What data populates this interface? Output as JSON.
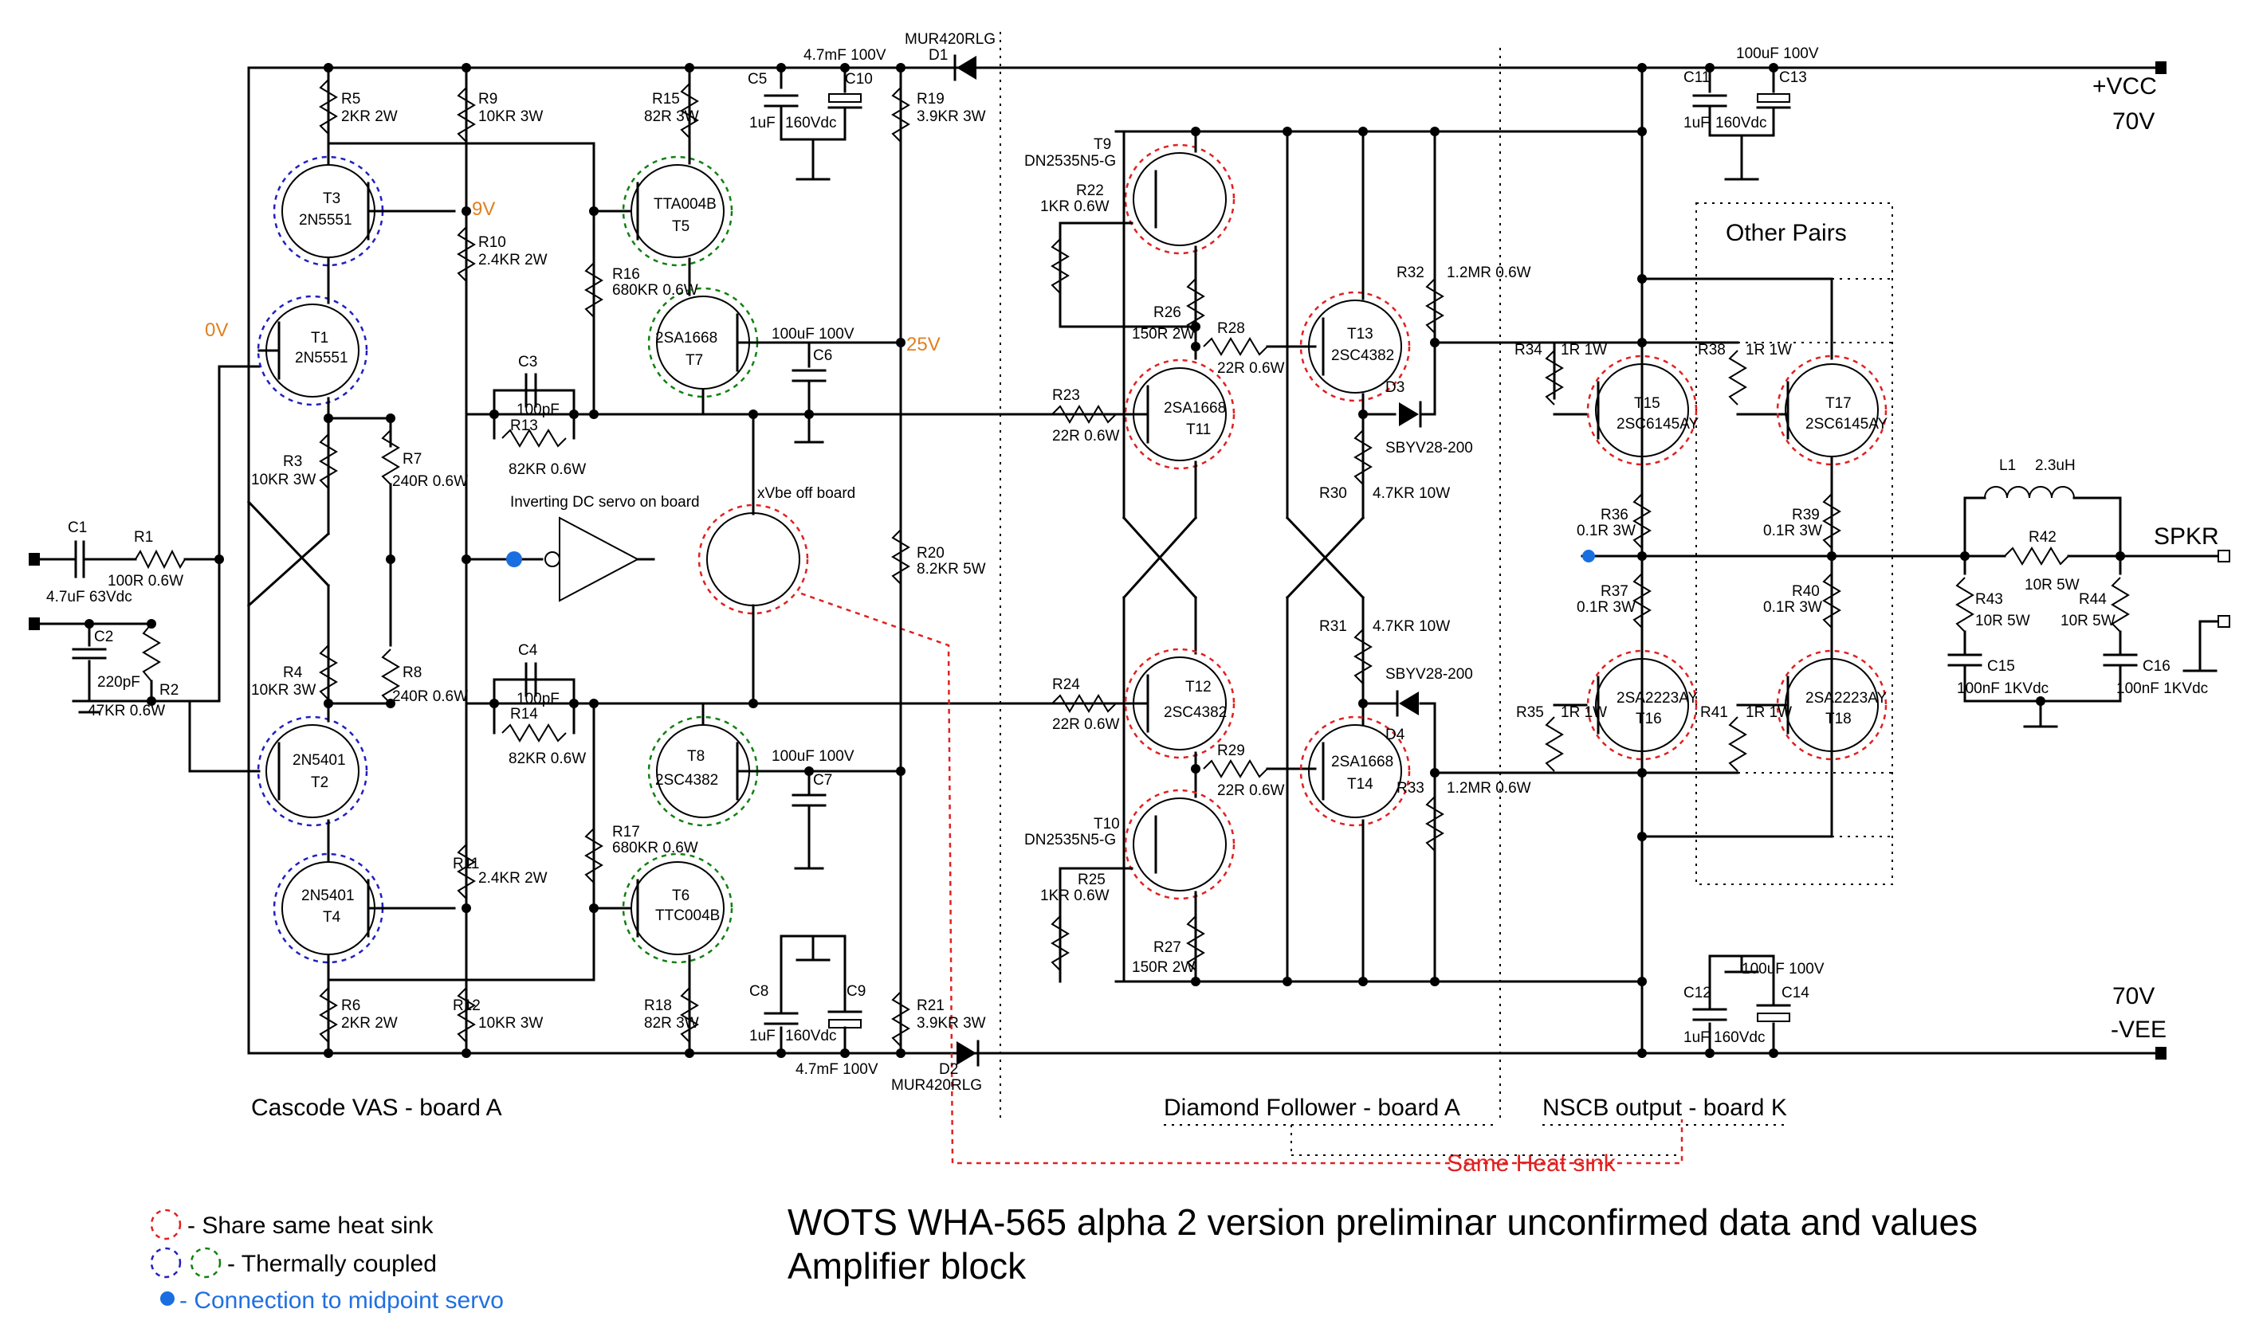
{
  "title": {
    "line1": "WOTS WHA-565 alpha 2 version preliminar unconfirmed data and values",
    "line2": "Amplifier block"
  },
  "sections": {
    "vas": "Cascode VAS - board A",
    "diamond": "Diamond Follower - board A",
    "nscb": "NSCB output - board K",
    "heatsink": "Same Heat sink",
    "other_pairs": "Other Pairs"
  },
  "rails": {
    "vcc": "+VCC",
    "vcc_v": "70V",
    "vee_v": "70V",
    "vee": "-VEE",
    "spkr": "SPKR"
  },
  "notes": {
    "servo": "Inverting DC servo on board",
    "xvbe": "xVbe off board",
    "v0": "0V",
    "v9": "9V",
    "v25": "25V"
  },
  "legend": {
    "red": "- Share same heat sink",
    "thermal": "- Thermally coupled",
    "servo": "- Connection to midpoint servo"
  },
  "labels": {
    "c1": "C1",
    "c1v": "4.7uF 63Vdc",
    "r1": "R1",
    "r1v": "100R 0.6W",
    "c2": "C2",
    "c2v": "220pF",
    "r2": "R2",
    "r2v": "47KR 0.6W",
    "r3": "R3",
    "r3v": "10KR 3W",
    "r4": "R4",
    "r4v": "10KR 3W",
    "r5": "R5",
    "r5v": "2KR 2W",
    "r6": "R6",
    "r6v": "2KR 2W",
    "r7": "R7",
    "r7v": "240R 0.6W",
    "r8": "R8",
    "r8v": "240R 0.6W",
    "r9": "R9",
    "r9v": "10KR 3W",
    "r10": "R10",
    "r10v": "2.4KR 2W",
    "r11": "R11",
    "r11v": "2.4KR 2W",
    "r12": "R12",
    "r12v": "10KR 3W",
    "r13": "R13",
    "r13v": "82KR 0.6W",
    "r14": "R14",
    "r14v": "82KR 0.6W",
    "r15": "R15",
    "r15v": "82R 3W",
    "r16": "R16",
    "r16v": "680KR 0.6W",
    "r17": "R17",
    "r17v": "680KR 0.6W",
    "r18": "R18",
    "r18v": "82R 3W",
    "r19": "R19",
    "r19v": "3.9KR 3W",
    "r20": "R20",
    "r20v": "8.2KR 5W",
    "r21": "R21",
    "r21v": "3.9KR 3W",
    "r22": "R22",
    "r22v": "1KR 0.6W",
    "r23": "R23",
    "r23v": "22R 0.6W",
    "r24": "R24",
    "r24v": "22R 0.6W",
    "r25": "R25",
    "r25v": "1KR 0.6W",
    "r26": "R26",
    "r26v": "150R 2W",
    "r27": "R27",
    "r27v": "150R 2W",
    "r28": "R28",
    "r28v": "22R 0.6W",
    "r29": "R29",
    "r29v": "22R 0.6W",
    "r30": "R30",
    "r30v": "4.7KR 10W",
    "r31": "R31",
    "r31v": "4.7KR 10W",
    "r32": "R32",
    "r32v": "1.2MR 0.6W",
    "r33": "R33",
    "r33v": "1.2MR 0.6W",
    "r34": "R34",
    "r34v": "1R 1W",
    "r35": "R35",
    "r35v": "1R 1W",
    "r36": "R36",
    "r36v": "0.1R 3W",
    "r37": "R37",
    "r37v": "0.1R 3W",
    "r38": "R38",
    "r38v": "1R 1W",
    "r39": "R39",
    "r39v": "0.1R 3W",
    "r40": "R40",
    "r40v": "0.1R 3W",
    "r41": "R41",
    "r41v": "1R 1W",
    "r42": "R42",
    "r42v": "10R 5W",
    "r43": "R43",
    "r43v": "10R 5W",
    "r44": "R44",
    "r44v": "10R 5W",
    "c3": "C3",
    "c3v": "100pF",
    "c4": "C4",
    "c4v": "100pF",
    "c5": "C5",
    "c5v": "1uF",
    "c10": "C10",
    "c10v": "160Vdc",
    "c57": "4.7mF 100V",
    "c6": "C6",
    "c6v": "100uF 100V",
    "c7": "C7",
    "c7v": "100uF 100V",
    "c8": "C8",
    "c8v": "1uF",
    "c9": "C9",
    "c9v": "160Vdc",
    "c89": "4.7mF 100V",
    "c11": "C11",
    "c11v": "1uF",
    "c13": "C13",
    "c13v": "160Vdc",
    "c1113": "100uF 100V",
    "c12": "C12",
    "c12v": "1uF",
    "c14": "C14",
    "c14v": "160Vdc",
    "c1214": "100uF 100V",
    "c15": "C15",
    "c15v": "100nF 1KVdc",
    "c16": "C16",
    "c16v": "100nF 1KVdc",
    "l1": "L1",
    "l1v": "2.3uH",
    "d1": "D1",
    "d1v": "MUR420RLG",
    "d2": "D2",
    "d2v": "MUR420RLG",
    "d3": "D3",
    "d3v": "SBYV28-200",
    "d4": "D4",
    "d4v": "SBYV28-200",
    "t1": "T1",
    "t1v": "2N5551",
    "t2": "T2",
    "t2v": "2N5401",
    "t3": "T3",
    "t3v": "2N5551",
    "t4": "T4",
    "t4v": "2N5401",
    "t5": "T5",
    "t5v": "TTA004B",
    "t6": "T6",
    "t6v": "TTC004B",
    "t7": "T7",
    "t7v": "2SA1668",
    "t8": "T8",
    "t8v": "2SC4382",
    "t9": "T9",
    "t9v": "DN2535N5-G",
    "t10": "T10",
    "t10v": "DN2535N5-G",
    "t11": "T11",
    "t11v": "2SA1668",
    "t12": "T12",
    "t12v": "2SC4382",
    "t13": "T13",
    "t13v": "2SC4382",
    "t14": "T14",
    "t14v": "2SA1668",
    "t15": "T15",
    "t15v": "2SC6145AY",
    "t16": "T16",
    "t16v": "2SA2223AY",
    "t17": "T17",
    "t17v": "2SC6145AY",
    "t18": "T18",
    "t18v": "2SA2223AY"
  },
  "colors": {
    "heatsink": "#e02020",
    "thermal_blue": "#2020c0",
    "thermal_green": "#108010",
    "voltage_note": "#e08020",
    "servo_point": "#2070e0"
  }
}
